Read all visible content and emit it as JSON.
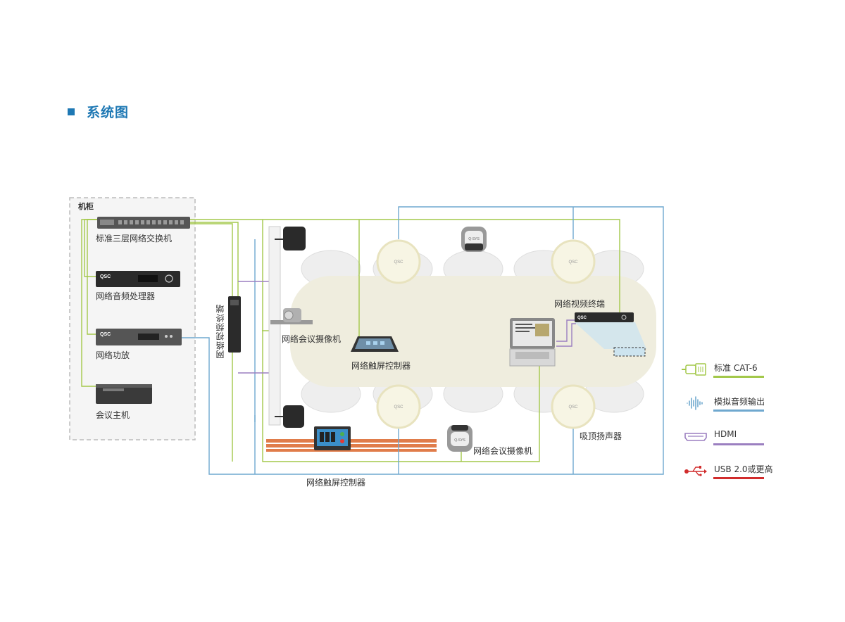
{
  "header": {
    "title": "系统图"
  },
  "diagram": {
    "cabinet_label": "机柜",
    "switch_label": "标准三层网络交换机",
    "processor_label": "网络音频处理器",
    "amp_label": "网络功放",
    "host_label": "会议主机",
    "video_endpoint_vertical_label": "网络视频终端",
    "wall_camera_label": "网络会议摄像机",
    "table_touch_label": "网络触屏控制器",
    "video_endpoint_label": "网络视频终端",
    "bottom_camera_label": "网络会议摄像机",
    "speaker_label": "吸顶扬声器",
    "wall_touch_label": "网络触屏控制器",
    "device_brand": "QSC",
    "device_model_label": "Q-SYS",
    "camera_brand": "Q-SYS"
  },
  "legend": [
    {
      "label": "标准 CAT-6",
      "color": "#a3c84a",
      "icon": "ethernet-plug-icon"
    },
    {
      "label": "模拟音频输出",
      "color": "#6fa8cf",
      "icon": "audio-waveform-icon"
    },
    {
      "label": "HDMI",
      "color": "#9b7fc0",
      "icon": "hdmi-plug-icon"
    },
    {
      "label": "USB 2.0或更高",
      "color": "#d12c2c",
      "icon": "usb-icon"
    }
  ],
  "colors": {
    "title": "#1e78b4",
    "cat6": "#a3c84a",
    "audio": "#6fa8cf",
    "hdmi": "#9b7fc0",
    "usb": "#d12c2c",
    "table": "#efedde",
    "cabinet_border": "#bbbbbb"
  }
}
